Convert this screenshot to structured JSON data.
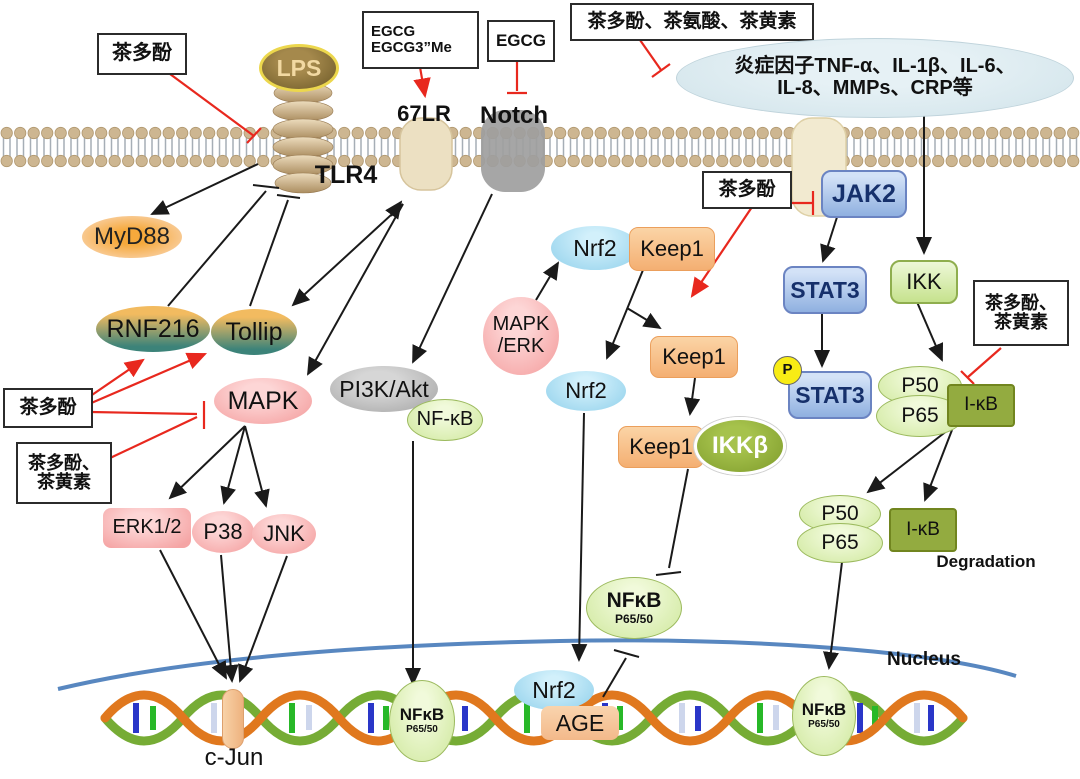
{
  "labels": {
    "tea": "茶多酚",
    "tea_line": "茶多酚、",
    "theaflavin": "茶黄素",
    "tea_trio": "茶多酚、茶氨酸、茶黄素",
    "egcg": "EGCG",
    "egcg_me": "EGCG3”Me",
    "lps": "LPS",
    "tlr4": "TLR4",
    "l67lr": "67LR",
    "notch": "Notch",
    "infl_line1": "炎症因子TNF-α、IL-1β、IL-6、",
    "infl_line2": "IL-8、MMPs、CRP等",
    "myd88": "MyD88",
    "rnf216": "RNF216",
    "tollip": "Tollip",
    "mapk": "MAPK",
    "pi3k_akt": "PI3K/Akt",
    "nfkb_dash": "NF-κB",
    "mapk_erk_1": "MAPK",
    "mapk_erk_2": "/ERK",
    "nrf2": "Nrf2",
    "keep1": "Keep1",
    "ikkb": "IKKβ",
    "jak2": "JAK2",
    "stat3": "STAT3",
    "p_phospho": "P",
    "ikk": "IKK",
    "p50": "P50",
    "p65": "P65",
    "ikb": "I-κB",
    "degradation": "Degradation",
    "nfkb_main": "NFκB",
    "nfkb_sub": "P65/50",
    "nucleus": "Nucleus",
    "cjun": "c-Jun",
    "age": "AGE",
    "erk12": "ERK1/2",
    "p38": "P38",
    "jnk": "JNK"
  },
  "colors": {
    "inhibition_red": "#e8281e",
    "arrow_black": "#1a1a1a",
    "membrane_tan": "#cdb691",
    "nucleus_blue": "#4f81bd",
    "dna_orange": "#e0781e",
    "dna_green": "#76ac35",
    "inflammation_fill": "#dce9ef"
  }
}
